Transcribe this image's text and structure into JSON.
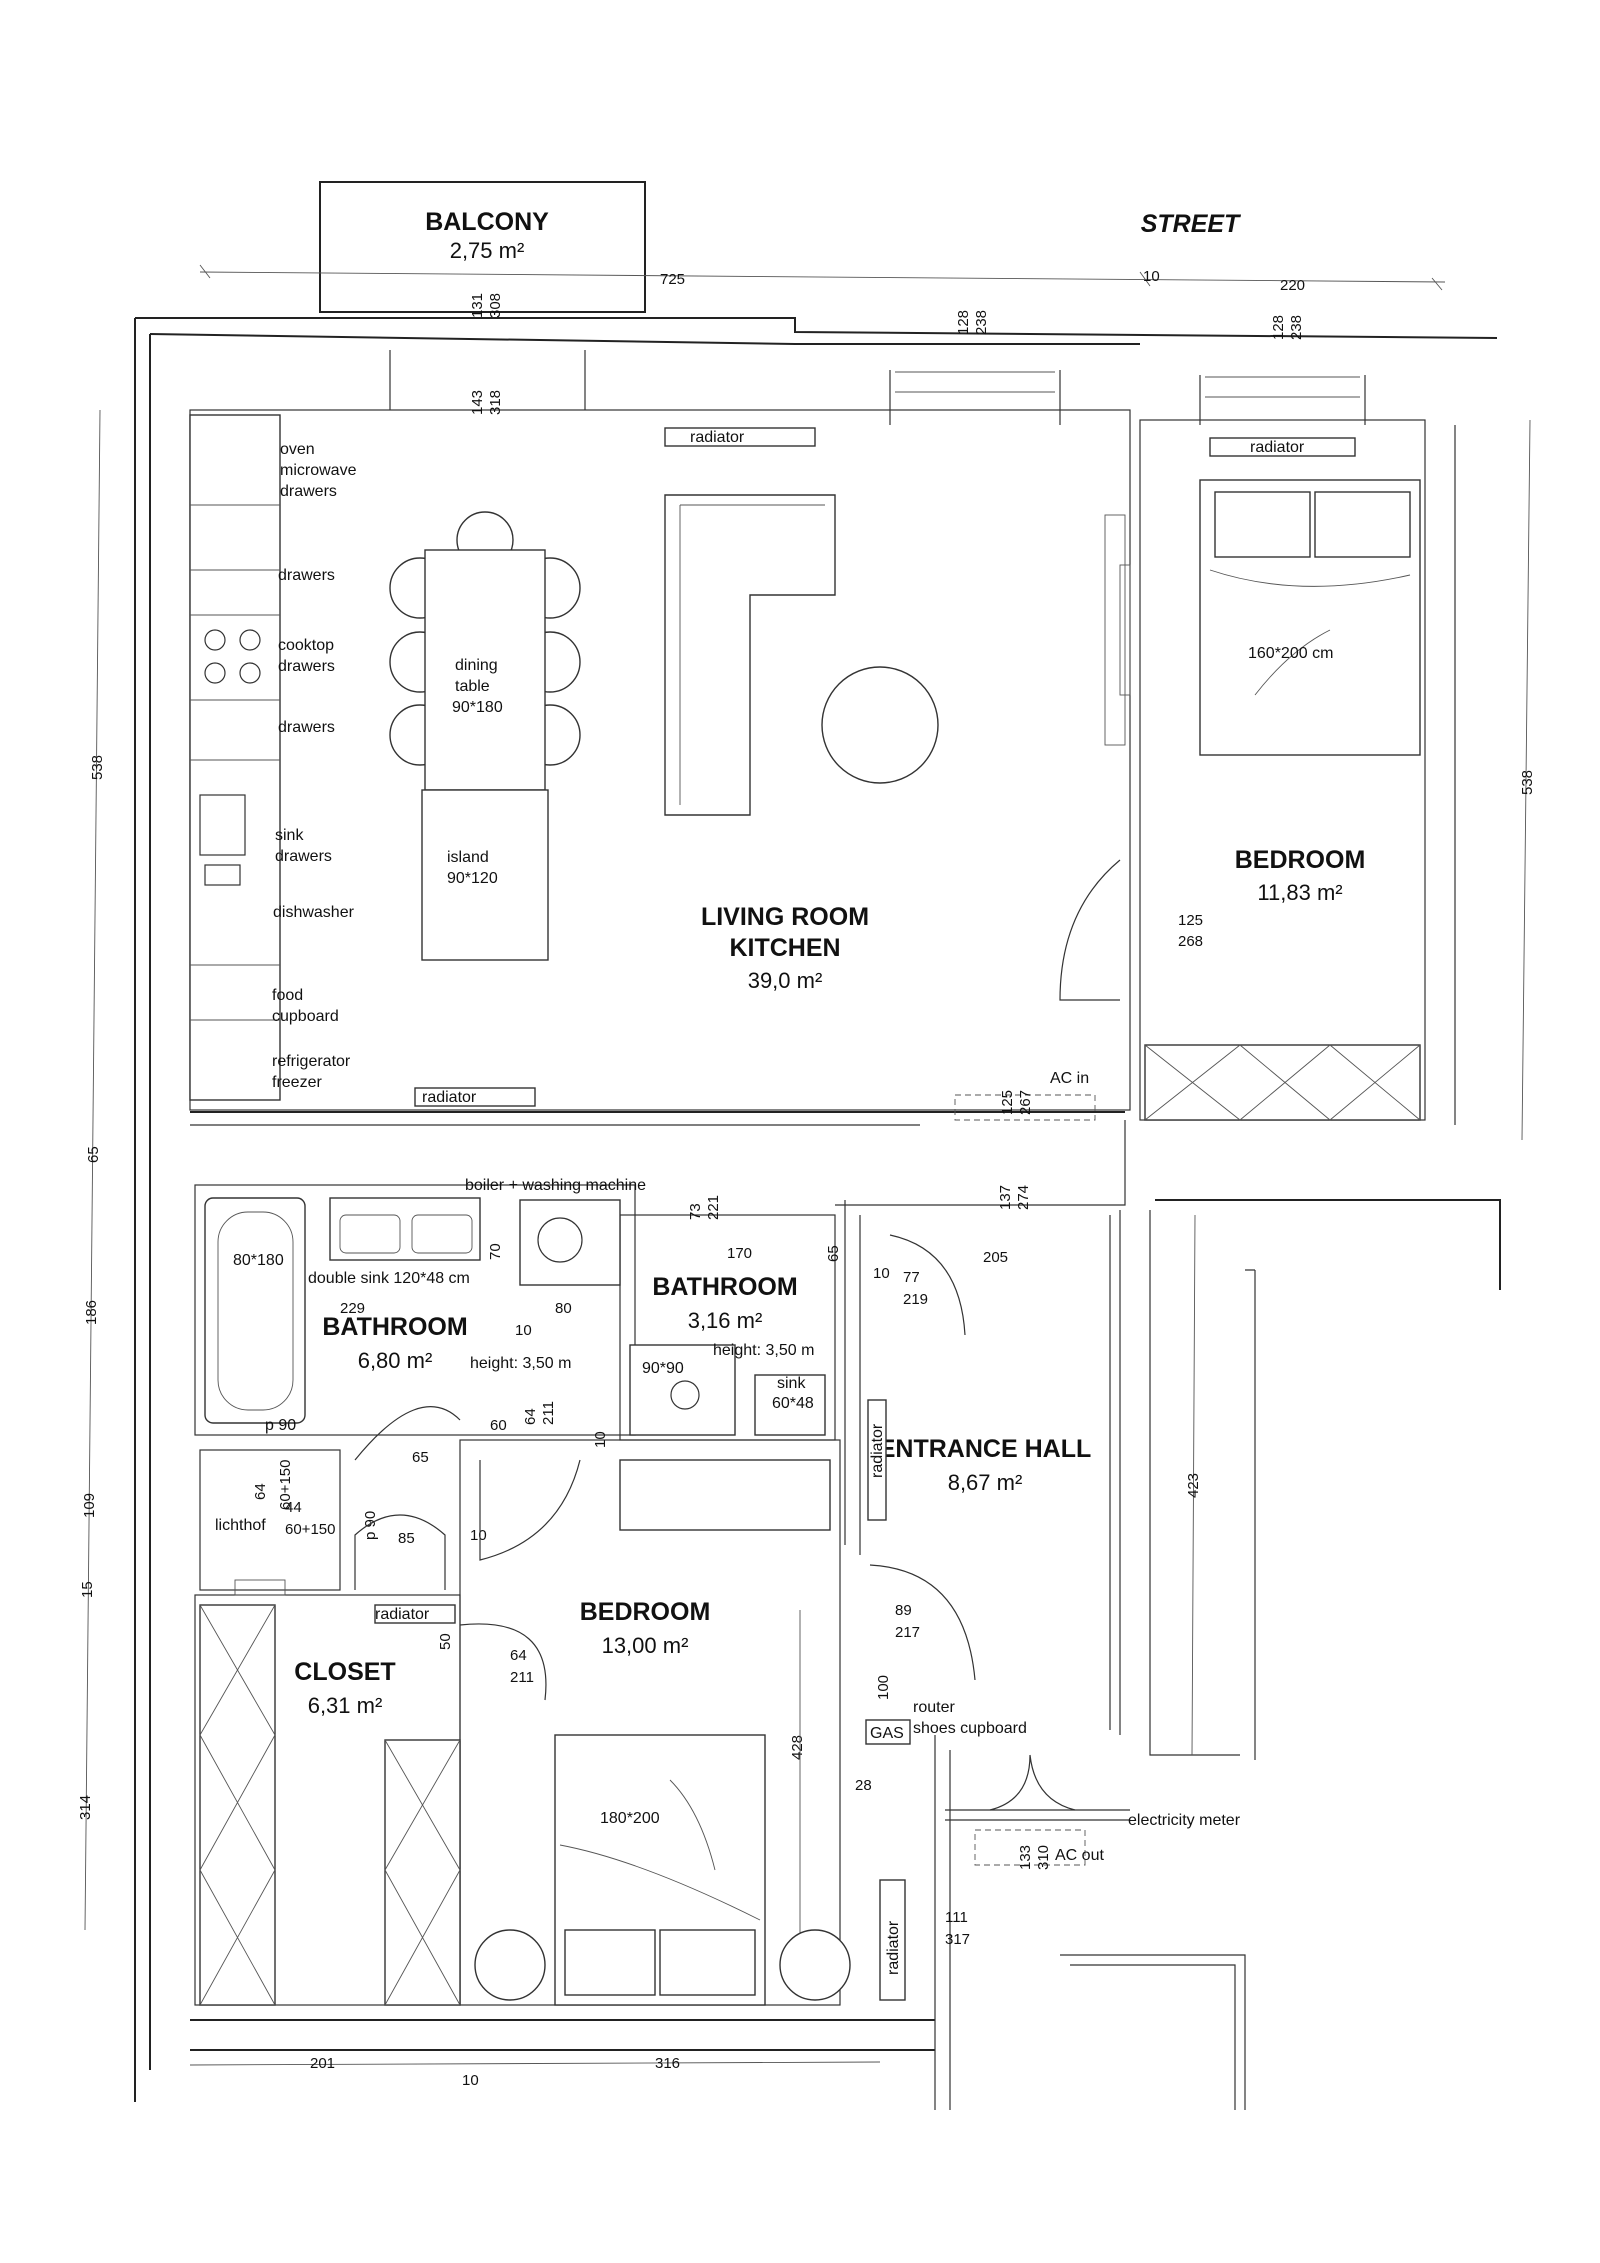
{
  "street": "STREET",
  "rooms": {
    "balcony": {
      "name": "BALCONY",
      "area": "2,75 m²"
    },
    "living": {
      "name1": "LIVING ROOM",
      "name2": "KITCHEN",
      "area": "39,0 m²"
    },
    "bedroom_right": {
      "name": "BEDROOM",
      "area": "11,83 m²"
    },
    "bathroom_left": {
      "name": "BATHROOM",
      "area": "6,80 m²",
      "height": "height: 3,50 m"
    },
    "bathroom_mid": {
      "name": "BATHROOM",
      "area": "3,16 m²",
      "height": "height: 3,50 m"
    },
    "entrance": {
      "name": "ENTRANCE HALL",
      "area": "8,67 m²"
    },
    "bedroom_bottom": {
      "name": "BEDROOM",
      "area": "13,00 m²"
    },
    "closet": {
      "name": "CLOSET",
      "area": "6,31 m²"
    }
  },
  "labels": {
    "oven": "oven",
    "microwave": "microwave",
    "drawers": "drawers",
    "cooktop": "cooktop",
    "sink": "sink",
    "dishwasher": "dishwasher",
    "food": "food",
    "cupboard": "cupboard",
    "refrigerator": "refrigerator",
    "freezer": "freezer",
    "dining": "dining",
    "table": "table",
    "dining_size": "90*180",
    "island": "island",
    "island_size": "90*120",
    "radiator": "radiator",
    "bed_right": "160*200 cm",
    "bed_bottom": "180*200",
    "ac_in": "AC in",
    "ac_out": "AC out",
    "boiler": "boiler + washing machine",
    "bath_size": "80*180",
    "double_sink": "double sink 120*48 cm",
    "shower": "90*90",
    "sink_small": "sink",
    "sink_small_size": "60*48",
    "lichthof": "lichthof",
    "router": "router",
    "shoes": "shoes cupboard",
    "gas": "GAS",
    "electricity": "electricity meter"
  },
  "dims": {
    "d725": "725",
    "d10a": "10",
    "d220": "220",
    "d131": "131",
    "d308": "308",
    "d143": "143",
    "d318": "318",
    "d128a": "128",
    "d238a": "238",
    "d128b": "128",
    "d238b": "238",
    "d538l": "538",
    "d538r": "538",
    "d125": "125",
    "d268": "268",
    "d125b": "125",
    "d267": "267",
    "d73": "73",
    "d221": "221",
    "d137": "137",
    "d274": "274",
    "d170": "170",
    "d65a": "65",
    "d205": "205",
    "d10b": "10",
    "d77": "77",
    "d219": "219",
    "d70": "70",
    "d229": "229",
    "d80": "80",
    "d10c": "10",
    "d65b": "65",
    "d186": "186",
    "d109": "109",
    "d15": "15",
    "d314": "314",
    "p90a": "p 90",
    "d6015a": "60+150",
    "d64a": "64",
    "d44": "44",
    "d6015b": "60+150",
    "d65c": "65",
    "d60": "60",
    "d64b": "64",
    "d211a": "211",
    "d10d": "10",
    "p90b": "p 90",
    "d85": "85",
    "d10e": "10",
    "d50": "50",
    "d64c": "64",
    "d211b": "211",
    "d428": "428",
    "d423": "423",
    "d89": "89",
    "d217": "217",
    "d100": "100",
    "d28": "28",
    "d133": "133",
    "d310": "310",
    "d111": "111",
    "d317": "317",
    "d201": "201",
    "d10f": "10",
    "d316": "316"
  }
}
